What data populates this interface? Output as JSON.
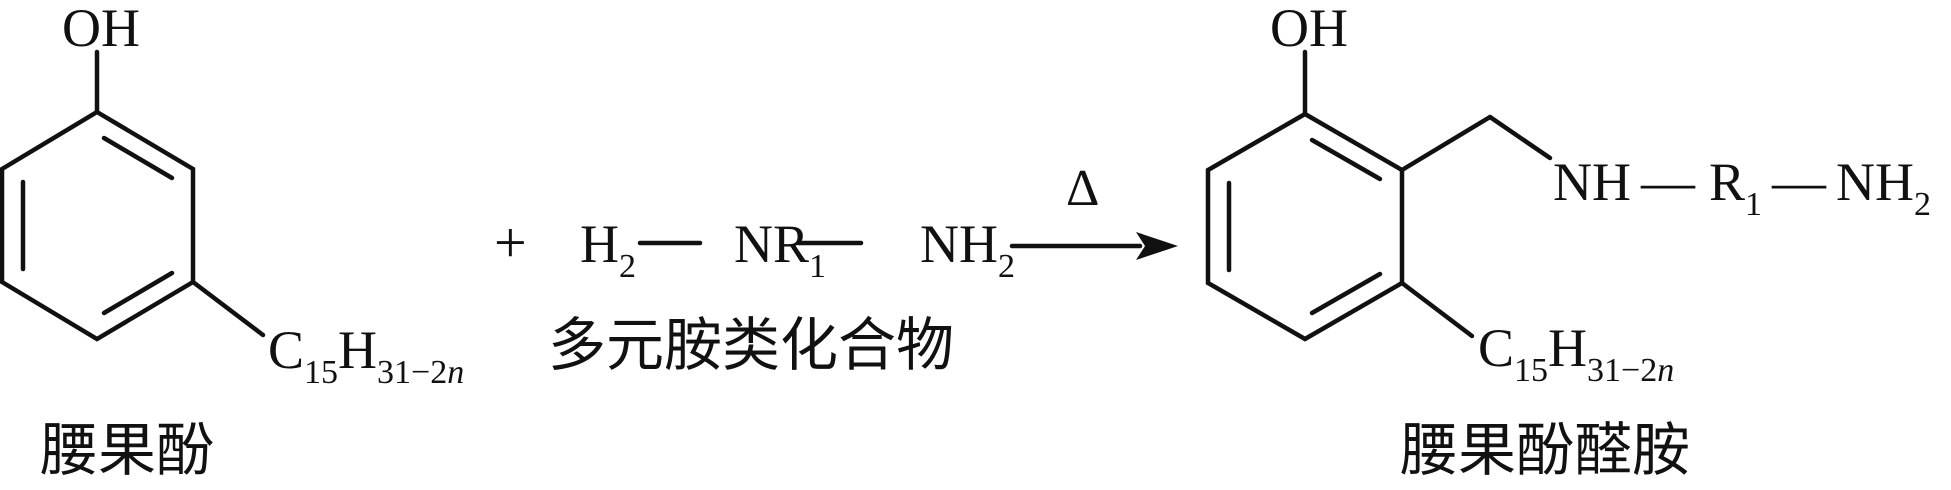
{
  "reactant1": {
    "oh": "OH",
    "substituent": {
      "c": "C",
      "c_sub": "15",
      "h": "H",
      "h_sub": "31−2",
      "n": "n"
    },
    "name": "腰果酚"
  },
  "plus": "+",
  "reactant2": {
    "formula": {
      "h": "H",
      "h_sub": "2",
      "nr": "NR",
      "r_sub": "1",
      "nh": "NH",
      "nh_sub": "2"
    },
    "name": "多元胺类化合物"
  },
  "condition": "Δ",
  "product": {
    "oh": "OH",
    "amine": {
      "nh": "NH",
      "dash1": "—",
      "r": "R",
      "r_sub": "1",
      "dash2": "—",
      "nh2": "NH",
      "nh2_sub": "2"
    },
    "substituent": {
      "c": "C",
      "c_sub": "15",
      "h": "H",
      "h_sub": "31−2",
      "n": "n"
    },
    "name": "腰果酚醛胺"
  }
}
